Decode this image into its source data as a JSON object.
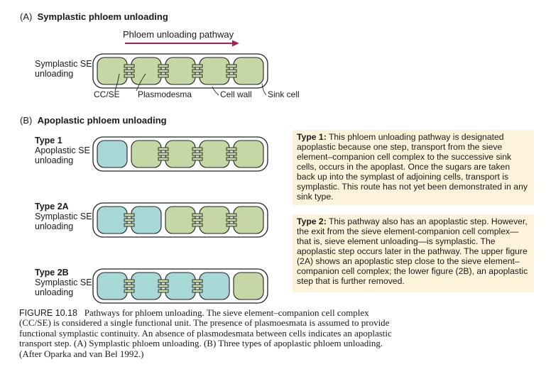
{
  "colors": {
    "symplast": "#c5d7a5",
    "apoplast": "#a8d7d8",
    "cell_wall": "#ffffff",
    "outline": "#222222",
    "arrow": "#a8205a",
    "note_bg": "#fdf3da"
  },
  "section_a": {
    "marker": "(A)",
    "title": "Symplastic phloem unloading",
    "arrow_label": "Phloem unloading pathway",
    "row_label": [
      "Symplastic SE",
      "unloading"
    ],
    "callouts": {
      "ccse": "CC/SE",
      "plasmodesma": "Plasmodesma",
      "cell_wall": "Cell wall",
      "sink_cell": "Sink cell"
    },
    "row_cells": [
      "symplast",
      "symplast",
      "symplast",
      "symplast",
      "symplast"
    ],
    "row_links": [
      "plasmodesma",
      "plasmodesma",
      "plasmodesma",
      "plasmodesma"
    ]
  },
  "section_b": {
    "marker": "(B)",
    "title": "Apoplastic phloem unloading",
    "rows": [
      {
        "type": "Type 1",
        "label": [
          "Apoplastic SE",
          "unloading"
        ],
        "cells": [
          "apoplast",
          "symplast",
          "symplast",
          "symplast",
          "symplast"
        ],
        "links": [
          "none",
          "plasmodesma",
          "plasmodesma",
          "plasmodesma"
        ]
      },
      {
        "type": "Type 2A",
        "label": [
          "Symplastic SE",
          "unloading"
        ],
        "cells": [
          "apoplast",
          "apoplast",
          "symplast",
          "symplast",
          "symplast"
        ],
        "links": [
          "plasmodesma",
          "none",
          "plasmodesma",
          "plasmodesma"
        ]
      },
      {
        "type": "Type 2B",
        "label": [
          "Symplastic SE",
          "unloading"
        ],
        "cells": [
          "apoplast",
          "apoplast",
          "apoplast",
          "apoplast",
          "symplast"
        ],
        "links": [
          "plasmodesma",
          "plasmodesma",
          "plasmodesma",
          "none"
        ]
      }
    ]
  },
  "notes": {
    "type1": {
      "head": "Type 1:",
      "body": "This phloem unloading pathway is designated apoplastic because one step, transport from the sieve element–companion cell complex to the successive sink cells, occurs in the apoplast. Once the sugars are taken back up into the symplast of adjoining cells, transport is symplastic. This route has not yet been demonstrated in any sink type."
    },
    "type2": {
      "head": "Type 2:",
      "body": "This pathway also has an apoplastic step. However, the exit from the sieve element-companion cell complex—that is, sieve element unloading—is symplastic. The apoplastic step occurs later in the pathway. The upper figure (2A) shows an apoplastic step close to the sieve element–companion cell complex; the lower figure (2B), an apoplastic step that is further removed."
    }
  },
  "caption": {
    "figure": "FIGURE 10.18",
    "text": "Pathways for phloem unloading. The sieve element–companion cell complex (CC/SE) is considered a single functional unit. The presence of plasmo­esmata is assumed to provide functional symplastic continuity. An absence of plasmodesmata between cells indicates an apoplastic transport step. (A) Symplastic phloem unloading. (B) Three types of apoplastic phloem unloading. (After Oparka and van Bel 1992.)"
  }
}
